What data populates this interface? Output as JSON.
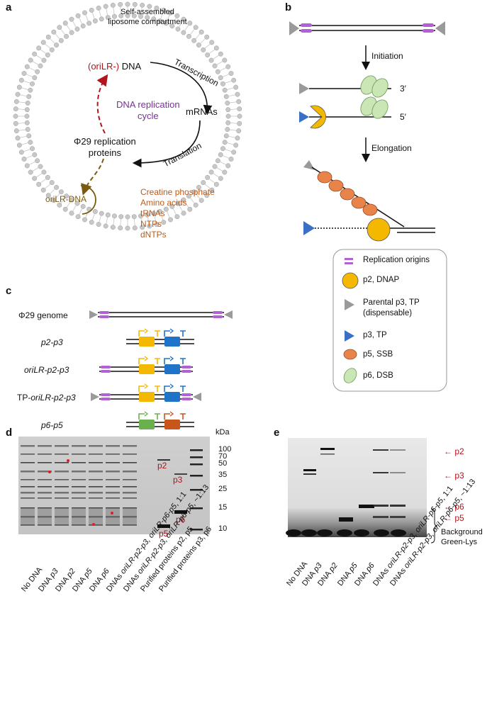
{
  "panels": {
    "a": "a",
    "b": "b",
    "c": "c",
    "d": "d",
    "e": "e"
  },
  "panel_a": {
    "compartment_line1": "Self-assembled",
    "compartment_line2": "liposome compartment",
    "dna_prefix": "(oriLR-)",
    "dna_word": "DNA",
    "transcription": "Transcription",
    "mrnas": "mRNAs",
    "cycle_line1": "DNA replication",
    "cycle_line2": "cycle",
    "translation": "Translation",
    "proteins_line1": "Φ29 replication",
    "proteins_line2": "proteins",
    "orilr_dna": "oriLR-DNA",
    "substrates": [
      "Creatine phosphate",
      "Amino acids",
      "tRNAs",
      "NTPs",
      "dNTPs"
    ]
  },
  "panel_b": {
    "initiation": "Initiation",
    "elongation": "Elongation",
    "three_prime": "3′",
    "five_prime": "5′",
    "legend": [
      {
        "label": "Replication origins",
        "icon": "replication-origin-icon"
      },
      {
        "label": "p2, DNAP",
        "icon": "p2-dnap-icon"
      },
      {
        "label": "Parental p3, TP",
        "label2": "(dispensable)",
        "icon": "parental-p3-icon"
      },
      {
        "label": "p3, TP",
        "icon": "p3-tp-icon"
      },
      {
        "label": "p5, SSB",
        "icon": "p5-ssb-icon"
      },
      {
        "label": "p6, DSB",
        "icon": "p6-dsb-icon"
      }
    ],
    "legend_eq": "="
  },
  "panel_c": {
    "constructs": [
      {
        "name": "Φ29 genome",
        "italic": false
      },
      {
        "name": "p2-p3",
        "italic": true
      },
      {
        "name": "oriLR-p2-p3",
        "italic": true
      },
      {
        "prefix": "TP-",
        "name": "oriLR-p2-p3",
        "italic": true
      },
      {
        "name": "p6-p5",
        "italic": true
      }
    ]
  },
  "panel_d": {
    "kda": "kDa",
    "markers": [
      "100",
      "70",
      "50",
      "35",
      "25",
      "15",
      "10"
    ],
    "band_labels": [
      "p2",
      "p3",
      "p6",
      "p5"
    ],
    "lanes": [
      {
        "pre": "No DNA",
        "it": "",
        "post": ""
      },
      {
        "pre": "DNA ",
        "it": "p3",
        "post": ""
      },
      {
        "pre": "DNA ",
        "it": "p2",
        "post": ""
      },
      {
        "pre": "DNA ",
        "it": "p5",
        "post": ""
      },
      {
        "pre": "DNA ",
        "it": "p6",
        "post": ""
      },
      {
        "pre": "DNAs ",
        "it": "oriLR-p2-p3, oriLR-p6-p5",
        "post": ", 1:1"
      },
      {
        "pre": "DNAs ",
        "it": "oriLR-p2-p3, oriLR-p6-p5",
        "post": ", ~1:13"
      },
      {
        "pre": "Purified proteins p2, p5",
        "it": "",
        "post": ""
      },
      {
        "pre": "Purified proteins p3, p6",
        "it": "",
        "post": ""
      }
    ]
  },
  "panel_e": {
    "band_labels": [
      "p2",
      "p3",
      "p6",
      "p5"
    ],
    "background_line1": "Background",
    "background_line2": "Green-Lys",
    "lanes": [
      {
        "pre": "No DNA",
        "it": "",
        "post": ""
      },
      {
        "pre": "DNA ",
        "it": "p3",
        "post": ""
      },
      {
        "pre": "DNA ",
        "it": "p2",
        "post": ""
      },
      {
        "pre": "DNA ",
        "it": "p5",
        "post": ""
      },
      {
        "pre": "DNA ",
        "it": "p6",
        "post": ""
      },
      {
        "pre": "DNAs ",
        "it": "oriLR-p2-p3, oriLR-p6-p5",
        "post": ", 1:1"
      },
      {
        "pre": "DNAs ",
        "it": "oriLR-p2-p3, oriLR-p6-p5",
        "post": ", ~1:13"
      }
    ]
  },
  "colors": {
    "membrane": "#bdbdbd",
    "red": "#b3141b",
    "purple": "#7a2f9a",
    "orange": "#c05a16",
    "olive": "#7a5a10",
    "dnap": "#f5b800",
    "tp": "#3a6fc4",
    "ssb": "#e8834a",
    "dsb": "#c9e6b4",
    "origin": "#b35fd6",
    "gene_yellow": "#f5b800",
    "gene_blue": "#1f74c9",
    "gene_green": "#6ab04c",
    "gene_brown": "#c8561a"
  }
}
